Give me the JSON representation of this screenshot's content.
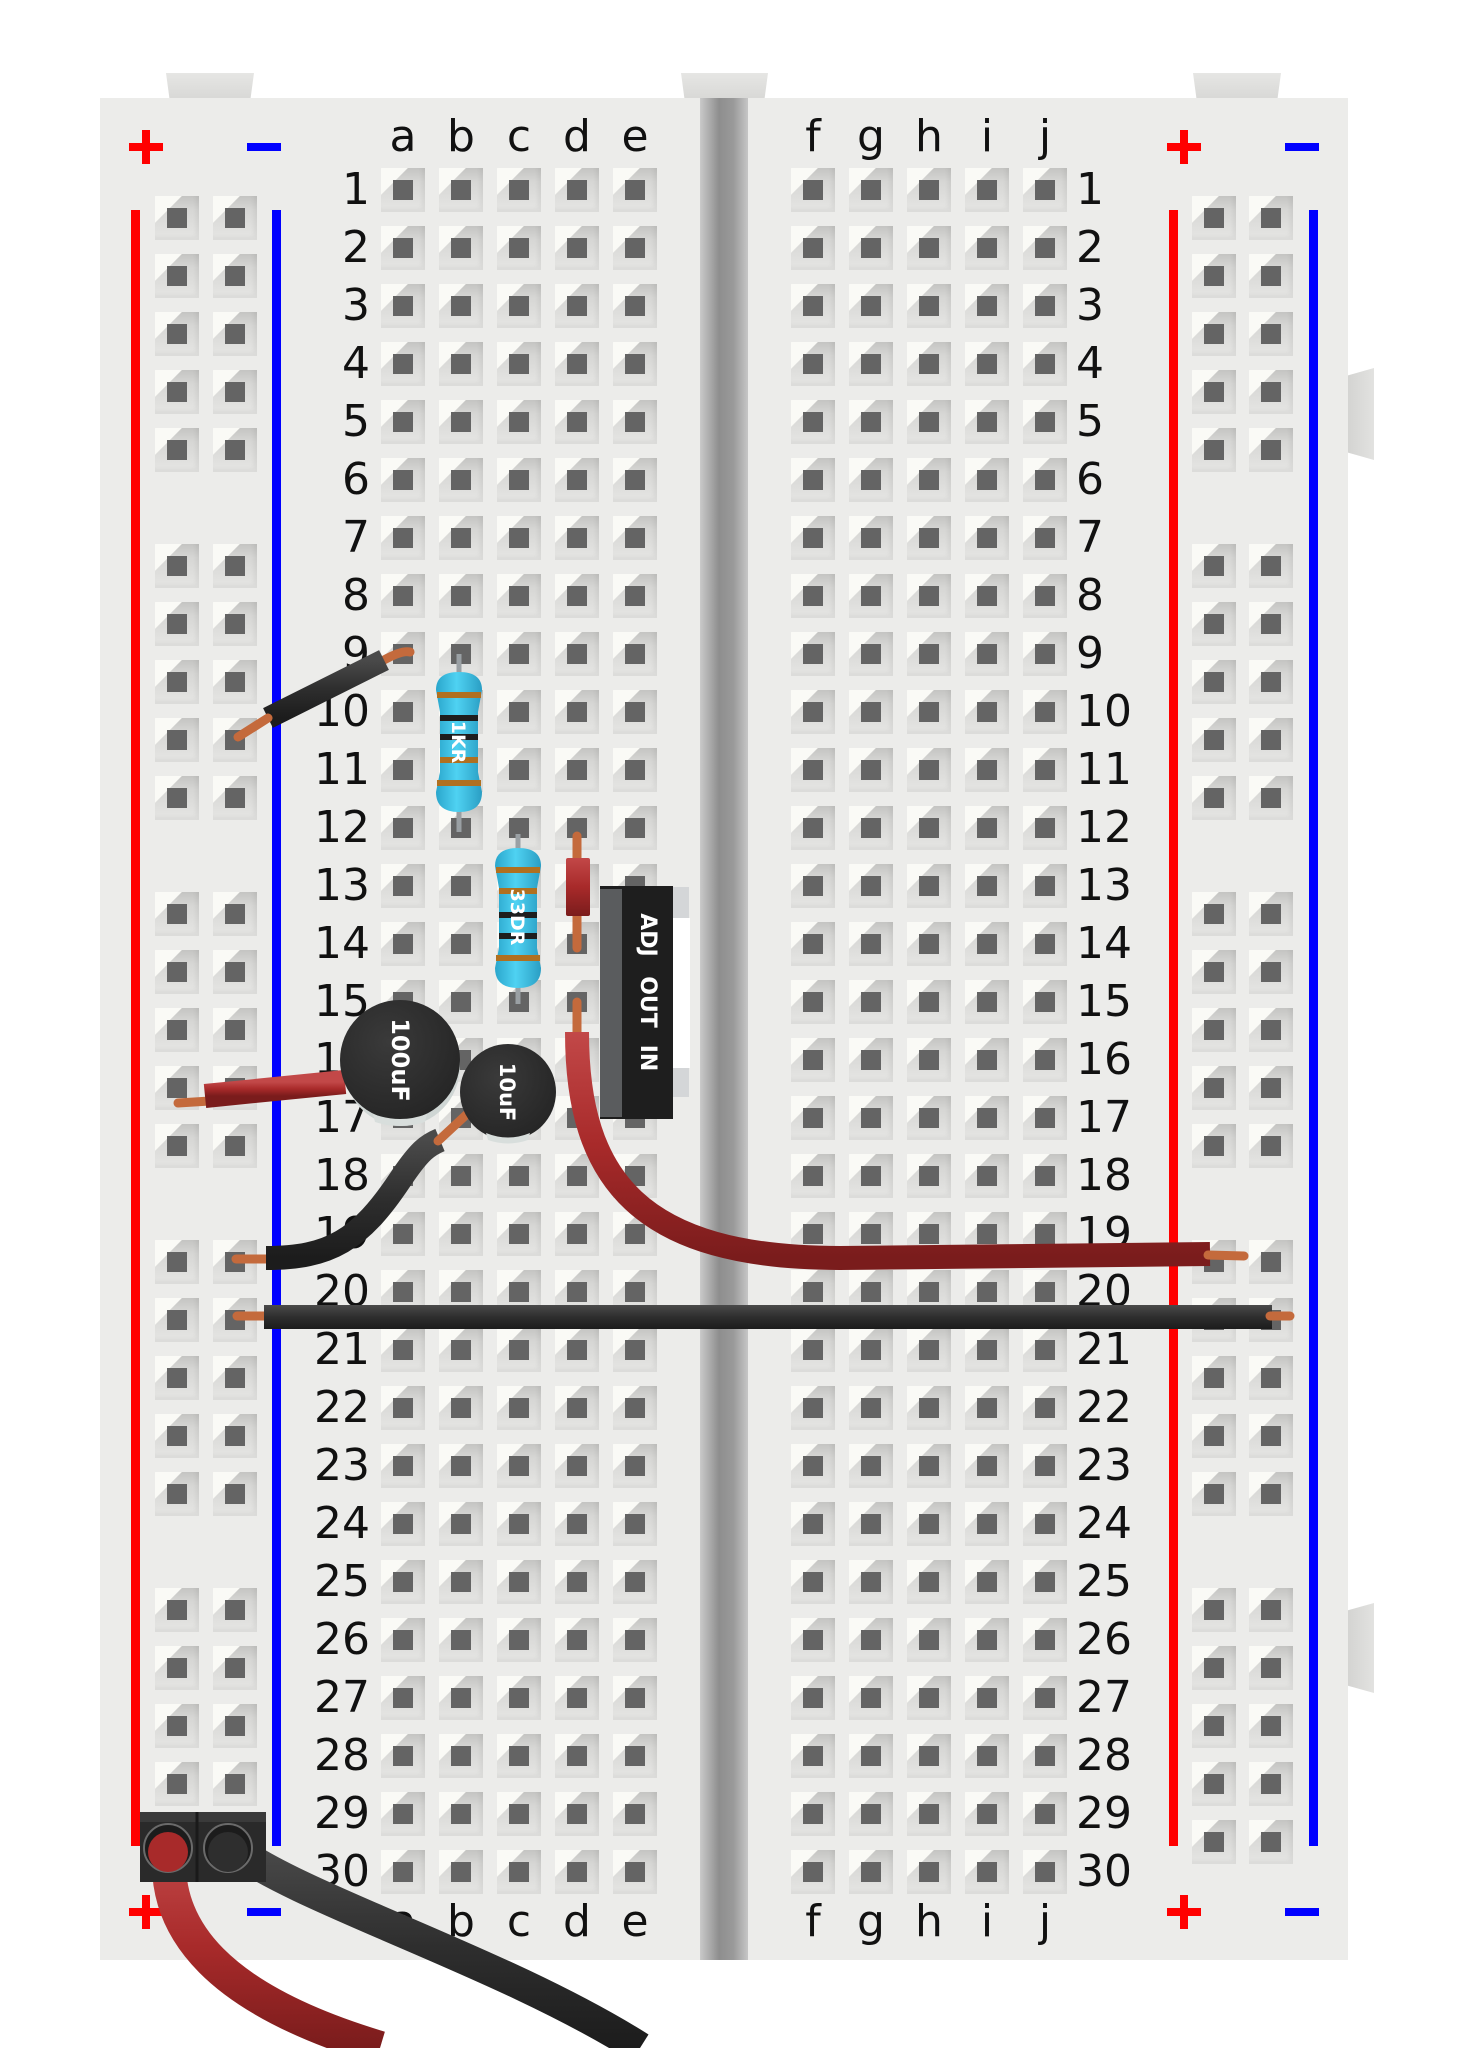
{
  "breadboard": {
    "columns_left": [
      "a",
      "b",
      "c",
      "d",
      "e"
    ],
    "columns_right": [
      "f",
      "g",
      "h",
      "i",
      "j"
    ],
    "rows": [
      "1",
      "2",
      "3",
      "4",
      "5",
      "6",
      "7",
      "8",
      "9",
      "10",
      "11",
      "12",
      "13",
      "14",
      "15",
      "16",
      "17",
      "18",
      "19",
      "20",
      "21",
      "22",
      "23",
      "24",
      "25",
      "26",
      "27",
      "28",
      "29",
      "30"
    ],
    "rails": {
      "plus_label": "+",
      "minus_label": "−",
      "plus_color": "#ff0000",
      "minus_color": "#0000ff",
      "holes_per_group": 5,
      "groups": 5
    },
    "colors": {
      "board": "#ececea",
      "hole": "#646464",
      "divider": "#9a9a9a",
      "wire_red": "#a82a2a",
      "wire_black": "#2e2e2e",
      "copper": "#c46a3c",
      "resistor_body": "#3cc0e6",
      "component_black": "#2a2a2a"
    }
  },
  "components": {
    "resistor_1": {
      "label": "1KR",
      "from": "b9",
      "to": "b12"
    },
    "resistor_2": {
      "label": "33DR",
      "from": "c12",
      "to": "c15"
    },
    "capacitor_1": {
      "label": "100uF"
    },
    "capacitor_2": {
      "label": "10uF"
    },
    "regulator": {
      "pins": [
        "ADJ",
        "OUT",
        "IN"
      ]
    },
    "jumper_d12_d15": {
      "from": "d12",
      "to": "d14",
      "color": "red"
    },
    "wire_a9_rail": {
      "from": "a9",
      "to": "left-minus-rail",
      "color": "black"
    },
    "wire_rail_cap": {
      "from": "left-plus-rail",
      "to": "100uF",
      "color": "red"
    },
    "wire_rail_10uF": {
      "from": "left-minus-rail",
      "to": "10uF",
      "color": "black"
    },
    "wire_d15_right_rail": {
      "from": "d15",
      "to": "right-plus-rail",
      "color": "red"
    },
    "wire_gnd_bridge": {
      "from": "left-minus-rail",
      "to": "right-minus-rail",
      "color": "black"
    },
    "power_connector": {
      "plus": "+",
      "minus": "−"
    }
  }
}
